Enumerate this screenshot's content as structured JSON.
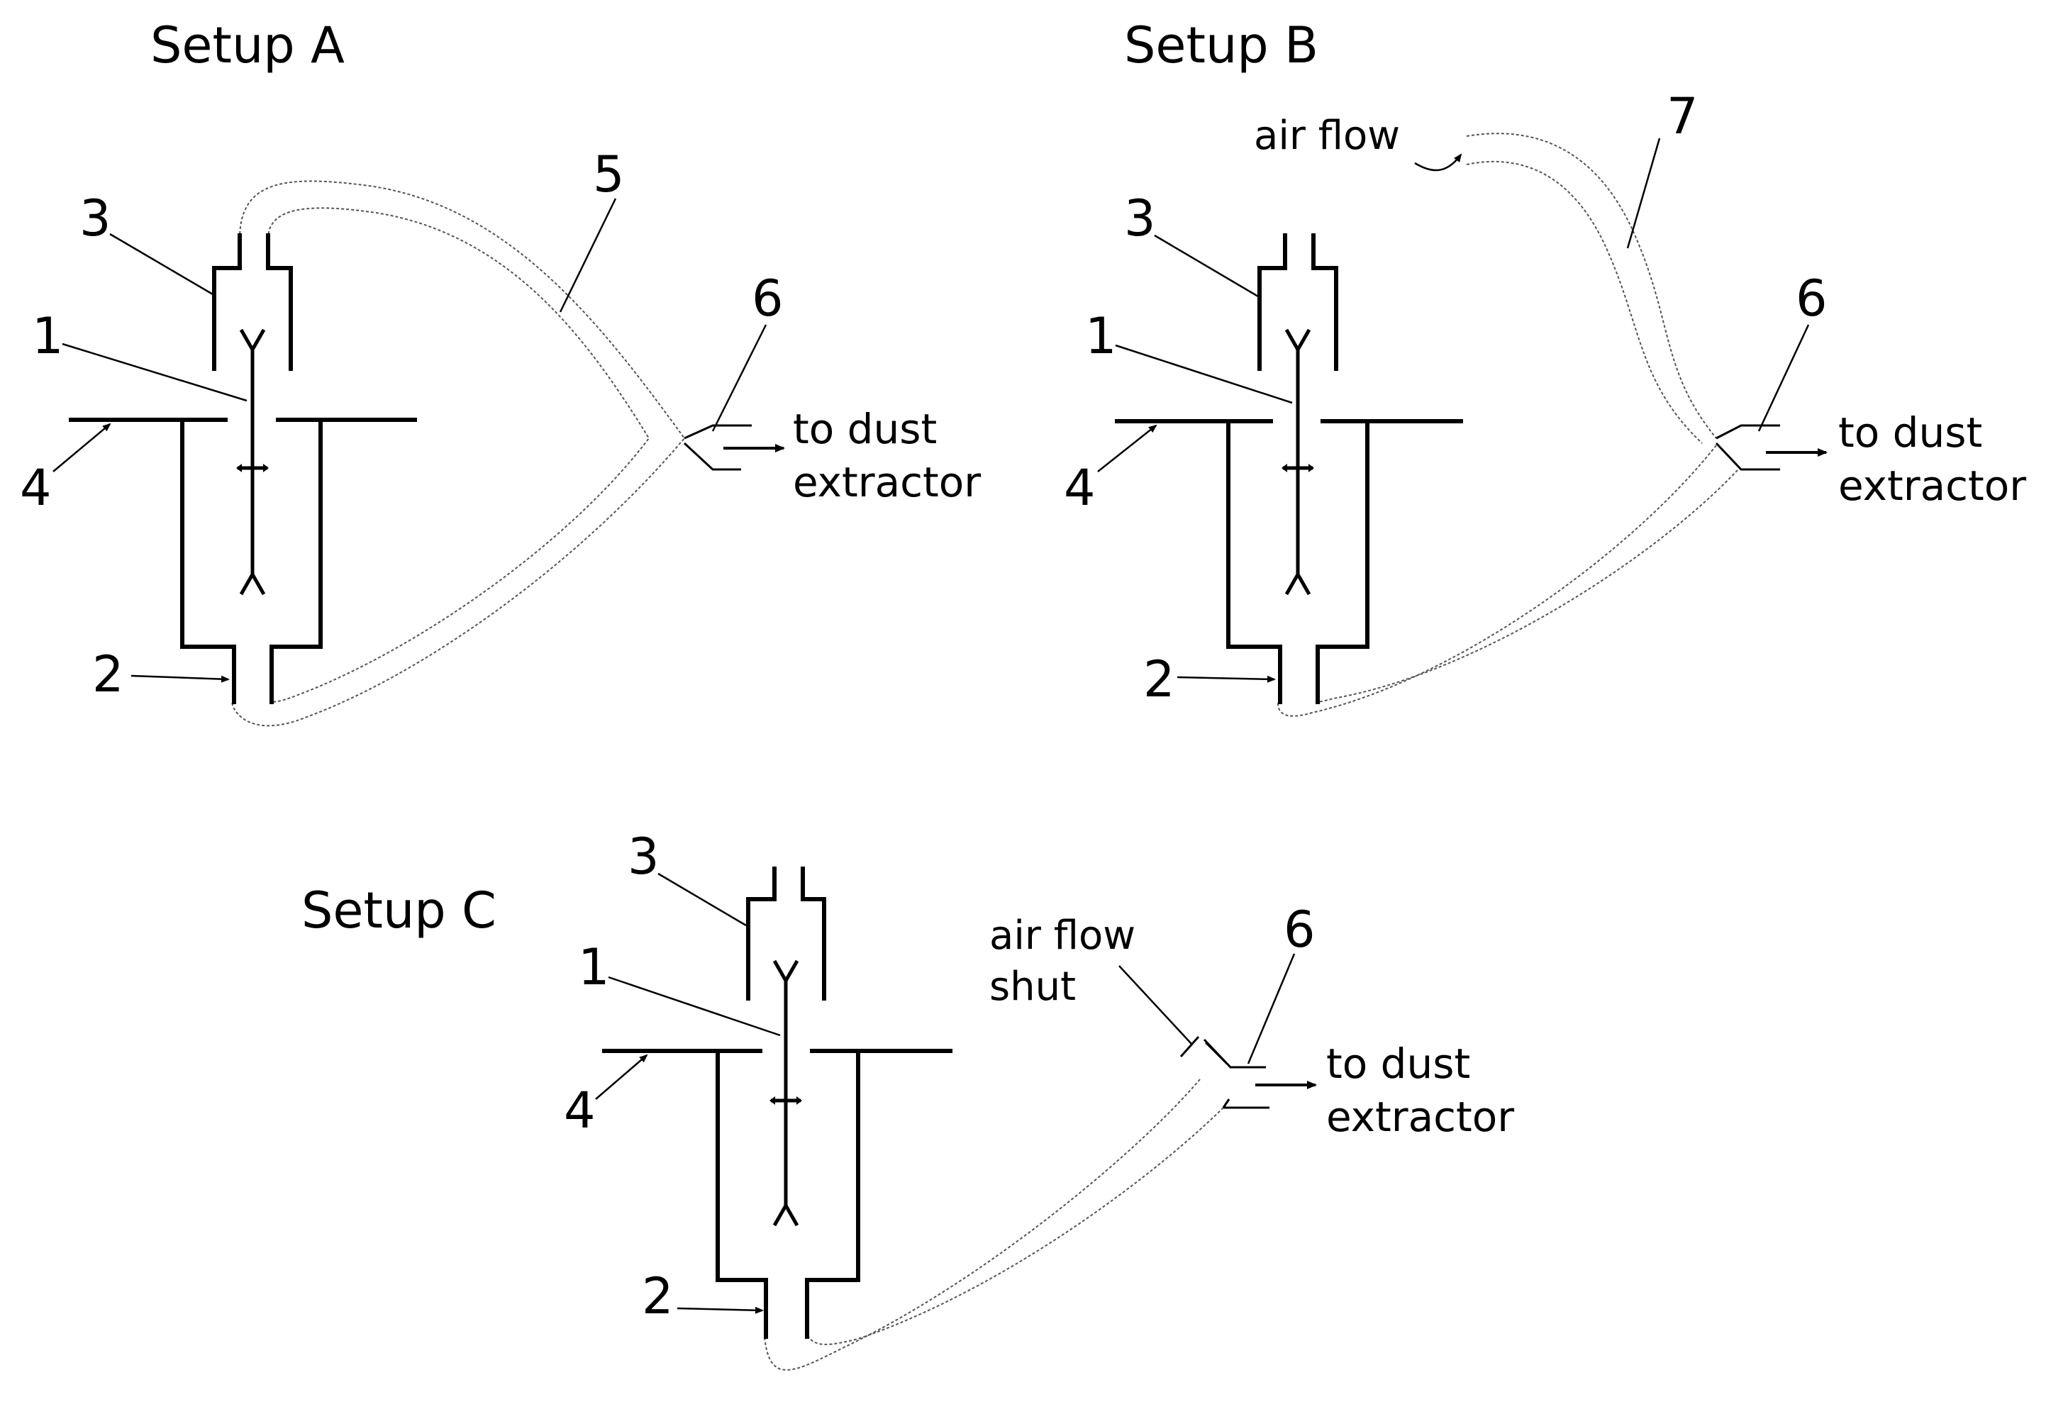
{
  "setups": [
    {
      "title": "Setup A",
      "labels": {
        "one": "1",
        "two": "2",
        "three": "3",
        "four": "4",
        "hose": "5",
        "outlet": "6"
      },
      "outlet_text": [
        "to dust",
        "extractor"
      ]
    },
    {
      "title": "Setup B",
      "labels": {
        "one": "1",
        "two": "2",
        "three": "3",
        "four": "4",
        "hose": "7",
        "outlet": "6"
      },
      "air_text": "air flow",
      "outlet_text": [
        "to dust",
        "extractor"
      ]
    },
    {
      "title": "Setup C",
      "labels": {
        "one": "1",
        "two": "2",
        "three": "3",
        "four": "4",
        "outlet": "6"
      },
      "air_text": [
        "air flow",
        "shut"
      ],
      "outlet_text": [
        "to dust",
        "extractor"
      ]
    }
  ],
  "colors": {
    "line": "#000000",
    "hose": "#555555",
    "background": "#ffffff"
  }
}
